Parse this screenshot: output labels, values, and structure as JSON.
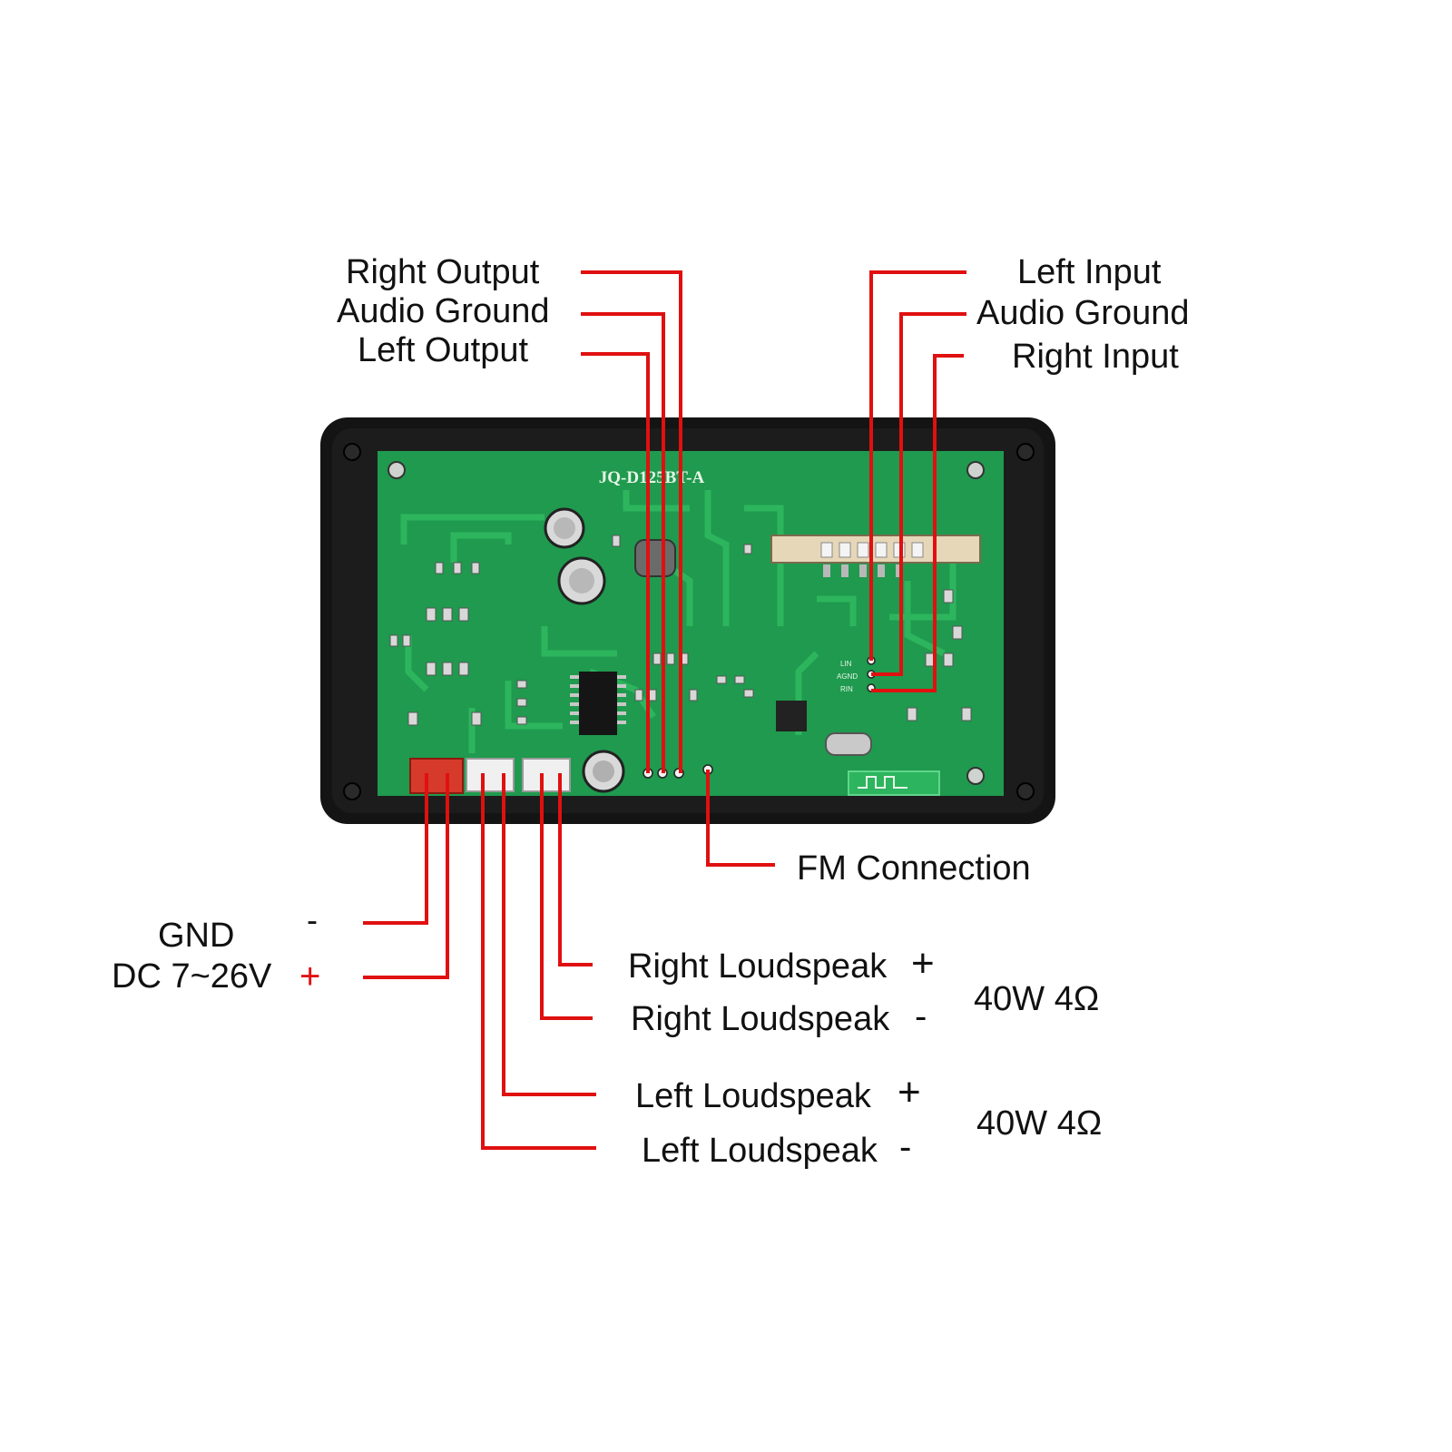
{
  "board": {
    "model_text": "JQ-D125BT-A",
    "pad_labels": [
      "LIN",
      "AGND",
      "RIN"
    ]
  },
  "colors": {
    "leader": "#e01010",
    "pcb": "#1f9a4e",
    "case": "#111111"
  },
  "labels": {
    "right_output": "Right Output",
    "audio_ground_out": "Audio Ground",
    "left_output": "Left Output",
    "left_input": "Left Input",
    "audio_ground_in": "Audio Ground",
    "right_input": "Right Input",
    "fm_connection": "FM Connection",
    "gnd": "GND",
    "gnd_sign": "-",
    "dc": "DC 7~26V",
    "dc_sign": "+",
    "right_speaker_pos": "Right Loudspeak",
    "right_speaker_pos_sign": "+",
    "right_speaker_neg": "Right Loudspeak",
    "right_speaker_neg_sign": "-",
    "left_speaker_pos": "Left Loudspeak",
    "left_speaker_pos_sign": "+",
    "left_speaker_neg": "Left Loudspeak",
    "left_speaker_neg_sign": "-",
    "right_power": "40W 4Ω",
    "left_power": "40W 4Ω"
  }
}
